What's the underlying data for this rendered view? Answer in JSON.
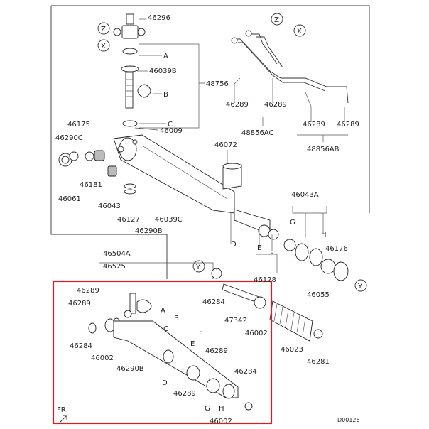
{
  "labels": {
    "p46296": "46296",
    "z1": "Z",
    "x1": "X",
    "z2": "Z",
    "x2": "X",
    "A1": "A",
    "B1": "B",
    "C1": "C",
    "p46039B": "46039B",
    "p48756": "48756",
    "p46009": "46009",
    "p46289a": "46289",
    "p46289b": "46289",
    "p46289c": "46289",
    "p46289d": "46289",
    "p48856AC": "48856AC",
    "p48856AB": "48856AB",
    "p46175": "46175",
    "p46290C": "46290C",
    "p46061": "46061",
    "p46181": "46181",
    "p46043": "46043",
    "p46127": "46127",
    "p46039C": "46039C",
    "p46290B": "46290B",
    "p46072": "46072",
    "p46043A": "46043A",
    "G1": "G",
    "H1": "H",
    "D1": "D",
    "E1": "E",
    "F1": "F",
    "p46176": "46176",
    "p46504A": "46504A",
    "p46525": "46525",
    "p46128": "46128",
    "y1": "Y",
    "y2": "Y",
    "p46055": "46055",
    "p46284a": "46284",
    "p47342": "47342",
    "p46002a": "46002",
    "p46023": "46023",
    "p46281": "46281",
    "s46289a": "46289",
    "s46289b": "46289",
    "A2": "A",
    "B2": "B",
    "C2": "C",
    "s46284a": "46284",
    "s46002b": "46002",
    "s46290B": "46290B",
    "D2": "D",
    "E2": "E",
    "F2": "F",
    "s46289c": "46289",
    "s46289d": "46289",
    "s46284b": "46284",
    "G2": "G",
    "H2": "H",
    "s46002c": "46002",
    "fr": "FR",
    "code": "D00126"
  },
  "colors": {
    "highlight": "#d42020",
    "line": "#333333"
  }
}
